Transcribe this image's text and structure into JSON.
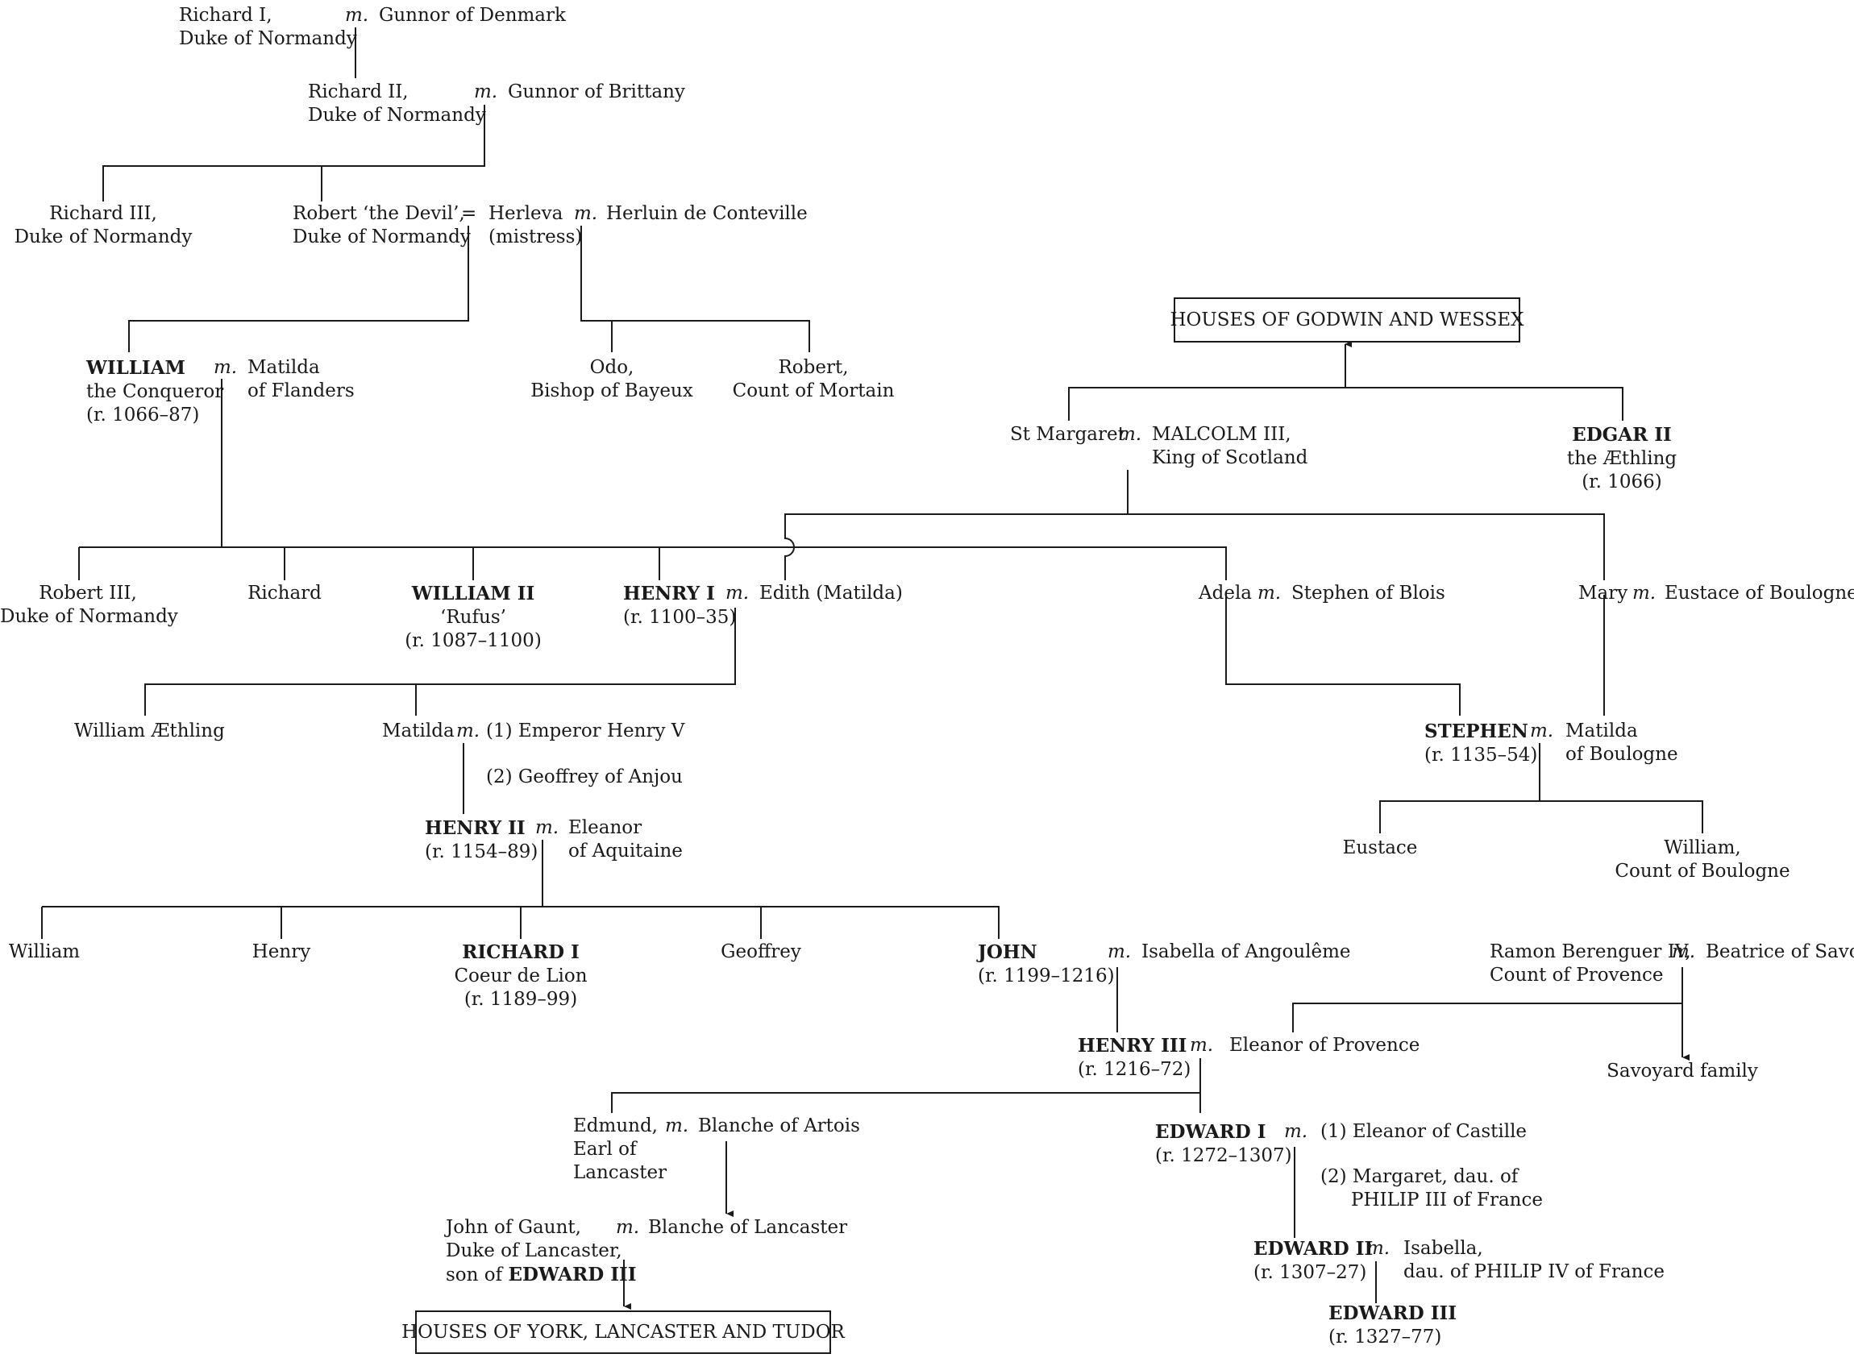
{
  "marriage_symbol": "m.",
  "mistress_symbol": "=",
  "p": {
    "richard1": {
      "l1": "Richard I,",
      "l2": "Duke of Normandy"
    },
    "gunnor_dk": {
      "l1": "Gunnor of Denmark"
    },
    "richard2": {
      "l1": "Richard II,",
      "l2": "Duke of Normandy"
    },
    "gunnor_br": {
      "l1": "Gunnor of Brittany"
    },
    "richard3": {
      "l1": "Richard III,",
      "l2": "Duke of Normandy"
    },
    "robert_devil": {
      "l1": "Robert ‘the Devil’,",
      "l2": "Duke of Normandy"
    },
    "herleva": {
      "l1": "Herleva",
      "l2": "(mistress)"
    },
    "herluin": {
      "l1": "Herluin de Conteville"
    },
    "william1": {
      "l1": "WILLIAM",
      "l2": "the Conqueror",
      "l3": "(r. 1066–87)"
    },
    "matilda_fl": {
      "l1": "Matilda",
      "l2": "of Flanders"
    },
    "odo": {
      "l1": "Odo,",
      "l2": "Bishop of Bayeux"
    },
    "robert_mortain": {
      "l1": "Robert,",
      "l2": "Count of Mortain"
    },
    "godwin_box": {
      "l1": "HOUSES OF GODWIN AND WESSEX"
    },
    "st_margaret": {
      "l1": "St Margaret"
    },
    "malcolm3": {
      "l1": "MALCOLM III,",
      "l2": "King of Scotland"
    },
    "edgar2": {
      "l1": "EDGAR II",
      "l2": "the Æthling",
      "l3": "(r. 1066)"
    },
    "robert3": {
      "l1": "Robert III,",
      "l2": "Duke of Normandy"
    },
    "richard_s": {
      "l1": "Richard"
    },
    "william2": {
      "l1": "WILLIAM II",
      "l2": "‘Rufus’",
      "l3": "(r. 1087–1100)"
    },
    "henry1": {
      "l1": "HENRY I",
      "l2": "(r. 1100–35)"
    },
    "edith": {
      "l1": "Edith (Matilda)"
    },
    "adela": {
      "l1": "Adela"
    },
    "stephen_blois": {
      "l1": "Stephen of Blois"
    },
    "mary": {
      "l1": "Mary"
    },
    "eustace_b": {
      "l1": "Eustace of Boulogne"
    },
    "william_aeth": {
      "l1": "William Æthling"
    },
    "matilda_emp": {
      "l1": "Matilda"
    },
    "henry5": {
      "num": "(1)",
      "l1": "Emperor Henry V"
    },
    "geoffrey_anjou": {
      "num": "(2)",
      "l1": "Geoffrey of Anjou"
    },
    "stephen": {
      "l1": "STEPHEN",
      "l2": "(r. 1135–54)"
    },
    "matilda_bl": {
      "l1": "Matilda",
      "l2": "of Boulogne"
    },
    "henry2": {
      "l1": "HENRY II",
      "l2": "(r. 1154–89)"
    },
    "eleanor_aq": {
      "l1": "Eleanor",
      "l2": "of Aquitaine"
    },
    "eustace": {
      "l1": "Eustace"
    },
    "william_cb": {
      "l1": "William,",
      "l2": "Count of Boulogne"
    },
    "william_s": {
      "l1": "William"
    },
    "henry_s": {
      "l1": "Henry"
    },
    "richard1k": {
      "l1": "RICHARD I",
      "l2": "Coeur de Lion",
      "l3": "(r. 1189–99)"
    },
    "geoffrey": {
      "l1": "Geoffrey"
    },
    "john": {
      "l1": "JOHN",
      "l2": "(r. 1199–1216)"
    },
    "isabella_ang": {
      "l1": "Isabella of Angoulême"
    },
    "ramon": {
      "l1": "Ramon Berenguer IV,",
      "l2": "Count of Provence"
    },
    "beatrice": {
      "l1": "Beatrice of Savoy"
    },
    "henry3": {
      "l1": "HENRY III",
      "l2": "(r. 1216–72)"
    },
    "eleanor_pr": {
      "l1": "Eleanor of Provence"
    },
    "savoyard": {
      "l1": "Savoyard family"
    },
    "edmund": {
      "l1": "Edmund,",
      "l2": "Earl of",
      "l3": "Lancaster"
    },
    "blanche_artois": {
      "l1": "Blanche of Artois"
    },
    "edward1": {
      "l1": "EDWARD I",
      "l2": "(r. 1272–1307)"
    },
    "eleanor_cas": {
      "num": "(1)",
      "l1": "Eleanor of Castille"
    },
    "margaret_fr": {
      "num": "(2)",
      "l1": "Margaret, dau. of",
      "l2": "PHILIP III of France"
    },
    "gaunt": {
      "l1": "John of Gaunt,",
      "l2": "Duke of Lancaster,",
      "l3": "son of ",
      "l3b": "EDWARD III"
    },
    "blanche_lanc": {
      "l1": "Blanche of Lancaster"
    },
    "edward2": {
      "l1": "EDWARD II",
      "l2": "(r. 1307–27)"
    },
    "isabella_fr": {
      "l1": "Isabella,",
      "l2": "dau. of PHILIP IV of France"
    },
    "edward3": {
      "l1": "EDWARD III",
      "l2": "(r. 1327–77)"
    },
    "york_box": {
      "l1": "HOUSES OF YORK, LANCASTER AND TUDOR"
    }
  }
}
